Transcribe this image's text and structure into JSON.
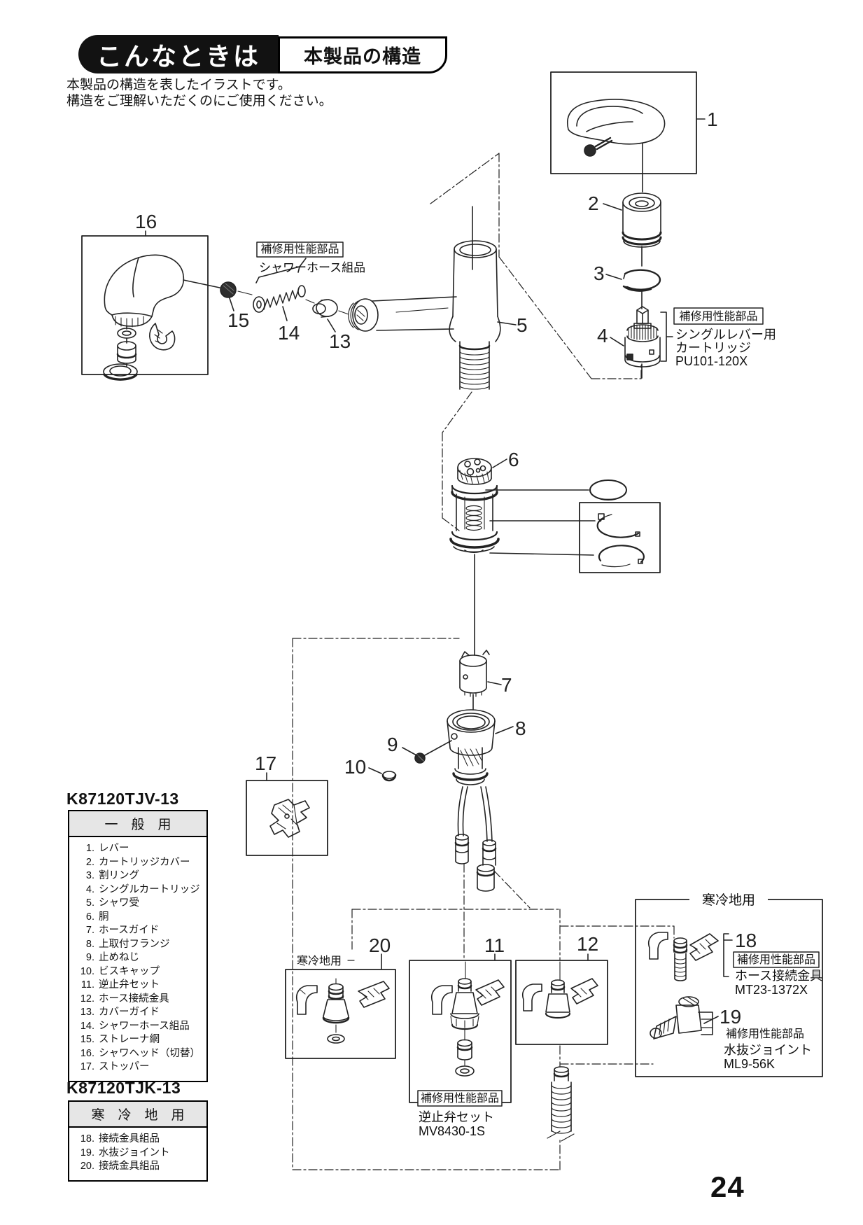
{
  "header": {
    "badge": "こんなときは",
    "title": "本製品の構造",
    "intro_line1": "本製品の構造を表したイラストです。",
    "intro_line2": "構造をご理解いただくのにご使用ください。"
  },
  "page_number": "24",
  "model_general": "K87120TJV-13",
  "model_cold": "K87120TJK-13",
  "list_general": {
    "header": "一　般　用",
    "items": [
      {
        "no": "1.",
        "label": "レバー"
      },
      {
        "no": "2.",
        "label": "カートリッジカバー"
      },
      {
        "no": "3.",
        "label": "割リング"
      },
      {
        "no": "4.",
        "label": "シングルカートリッジ"
      },
      {
        "no": "5.",
        "label": "シャワ受"
      },
      {
        "no": "6.",
        "label": "胴"
      },
      {
        "no": "7.",
        "label": "ホースガイド"
      },
      {
        "no": "8.",
        "label": "上取付フランジ"
      },
      {
        "no": "9.",
        "label": "止めねじ"
      },
      {
        "no": "10.",
        "label": "ビスキャップ"
      },
      {
        "no": "11.",
        "label": "逆止弁セット"
      },
      {
        "no": "12.",
        "label": "ホース接続金具"
      },
      {
        "no": "13.",
        "label": "カバーガイド"
      },
      {
        "no": "14.",
        "label": "シャワーホース組品"
      },
      {
        "no": "15.",
        "label": "ストレーナ網"
      },
      {
        "no": "16.",
        "label": "シャワヘッド（切替）"
      },
      {
        "no": "17.",
        "label": "ストッパー"
      }
    ]
  },
  "list_cold": {
    "header": "寒　冷　地　用",
    "items": [
      {
        "no": "18.",
        "label": "接続金具組品"
      },
      {
        "no": "19.",
        "label": "水抜ジョイント"
      },
      {
        "no": "20.",
        "label": "接続金具組品"
      }
    ]
  },
  "annotations": {
    "repair": "補修用性能部品",
    "shower_hose_assy": "シャワーホース組品",
    "single_lever_line1": "シングルレバー用",
    "single_lever_line2": "カートリッジ",
    "single_lever_code": "PU101-120X",
    "check_valve": "逆止弁セット",
    "check_valve_code": "MV8430-1S",
    "hose_fitting": "ホース接続金具",
    "hose_fitting_code": "MT23-1372X",
    "drain_joint": "水抜ジョイント",
    "drain_joint_code": "ML9-56K",
    "cold_region": "寒冷地用"
  },
  "callouts": {
    "c1": "1",
    "c2": "2",
    "c3": "3",
    "c4": "4",
    "c5": "5",
    "c6": "6",
    "c7": "7",
    "c8": "8",
    "c9": "9",
    "c10": "10",
    "c11": "11",
    "c12": "12",
    "c13": "13",
    "c14": "14",
    "c15": "15",
    "c16": "16",
    "c17": "17",
    "c18": "18",
    "c19": "19",
    "c20": "20"
  }
}
